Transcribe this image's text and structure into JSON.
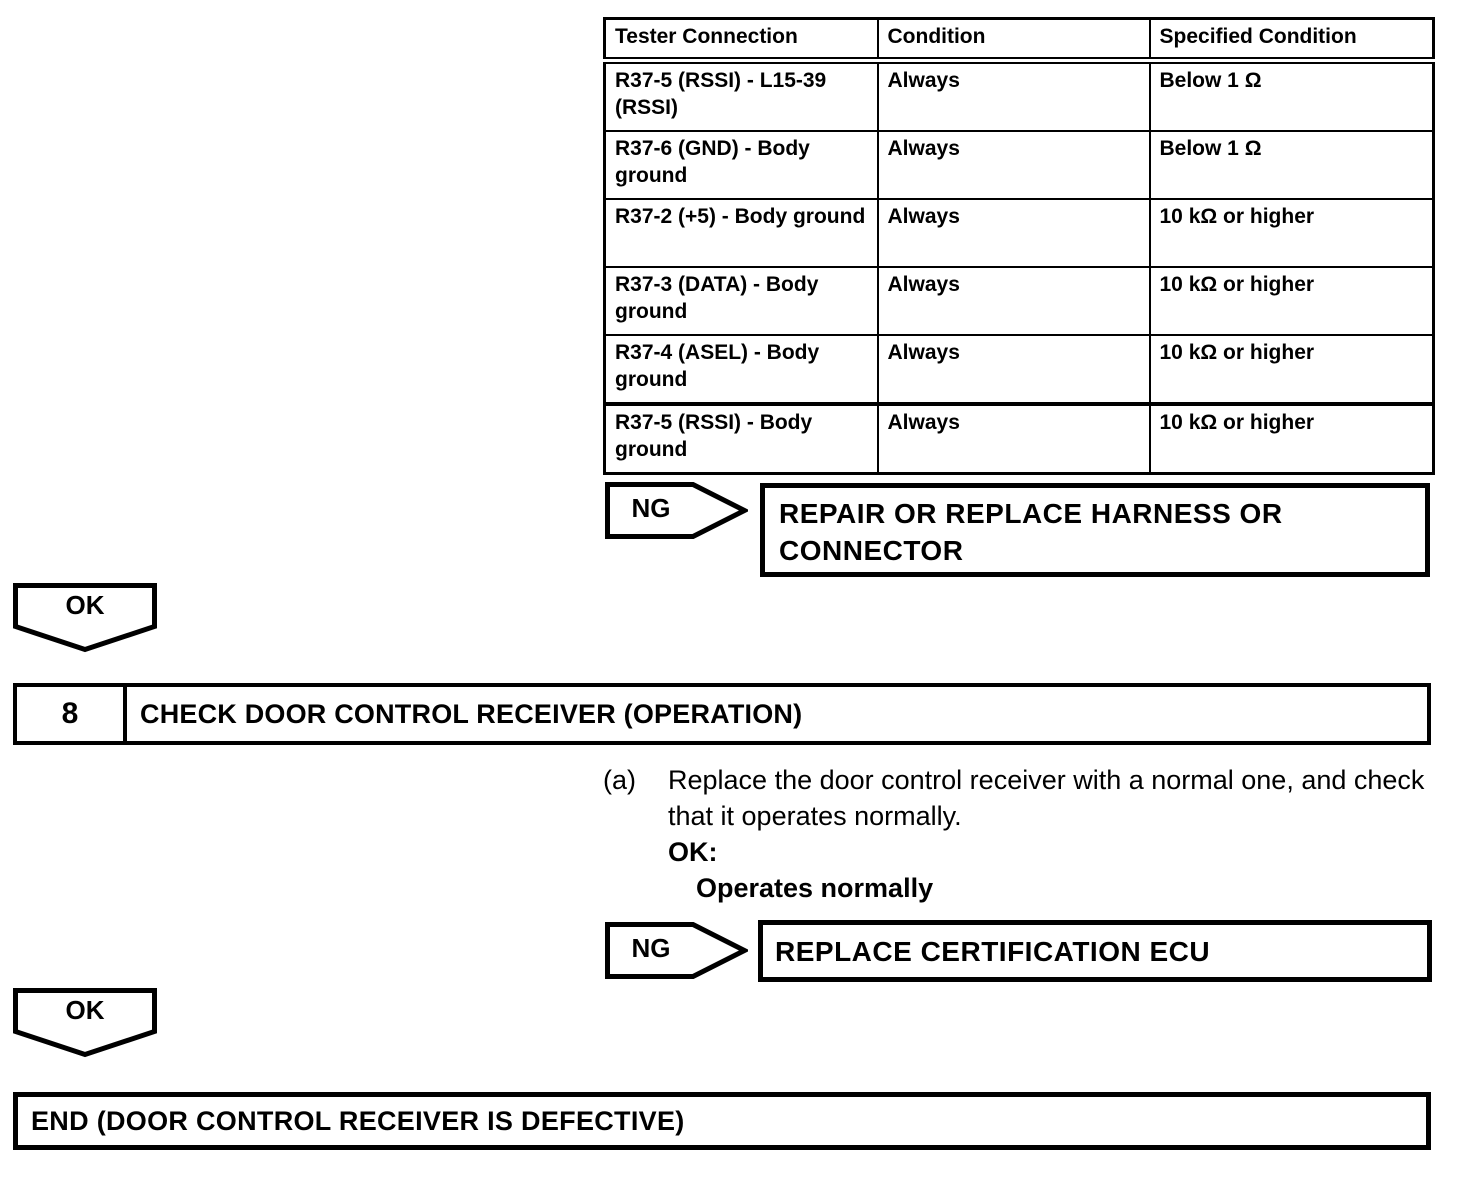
{
  "page": {
    "background_color": "#ffffff",
    "ink_color": "#000000"
  },
  "spec_table": {
    "headers": {
      "tester_connection": "Tester Connection",
      "condition": "Condition",
      "specified_condition": "Specified Condition"
    },
    "rows": [
      {
        "tester_connection": "R37-5 (RSSI) - L15-39 (RSSI)",
        "condition": "Always",
        "specified_condition": "Below 1 Ω"
      },
      {
        "tester_connection": "R37-6 (GND) - Body ground",
        "condition": "Always",
        "specified_condition": "Below 1 Ω"
      },
      {
        "tester_connection": "R37-2 (+5) - Body ground",
        "condition": "Always",
        "specified_condition": "10 kΩ or higher"
      },
      {
        "tester_connection": "R37-3 (DATA) - Body ground",
        "condition": "Always",
        "specified_condition": "10 kΩ or higher"
      },
      {
        "tester_connection": "R37-4 (ASEL) - Body ground",
        "condition": "Always",
        "specified_condition": "10 kΩ or higher"
      },
      {
        "tester_connection": "R37-5 (RSSI) - Body ground",
        "condition": "Always",
        "specified_condition": "10 kΩ or higher"
      }
    ]
  },
  "flow": {
    "ng_label": "NG",
    "ok_label": "OK",
    "repair_box_text": "REPAIR OR REPLACE HARNESS OR CONNECTOR",
    "replace_box_text": "REPLACE CERTIFICATION ECU",
    "end_box_text": "END (DOOR CONTROL RECEIVER IS DEFECTIVE)"
  },
  "step8": {
    "number": "8",
    "title": "CHECK DOOR CONTROL RECEIVER (OPERATION)",
    "item_marker": "(a)",
    "instruction": "Replace the door control receiver with a normal one, and check that it operates normally.",
    "ok_heading": "OK:",
    "ok_condition": "Operates normally"
  }
}
